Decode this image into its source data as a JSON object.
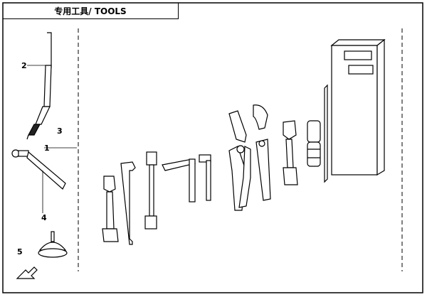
{
  "title": "专用工具/ TOOLS",
  "callouts": {
    "c1": "1",
    "c2": "2",
    "c3": "3",
    "c4": "4",
    "c5": "5"
  }
}
